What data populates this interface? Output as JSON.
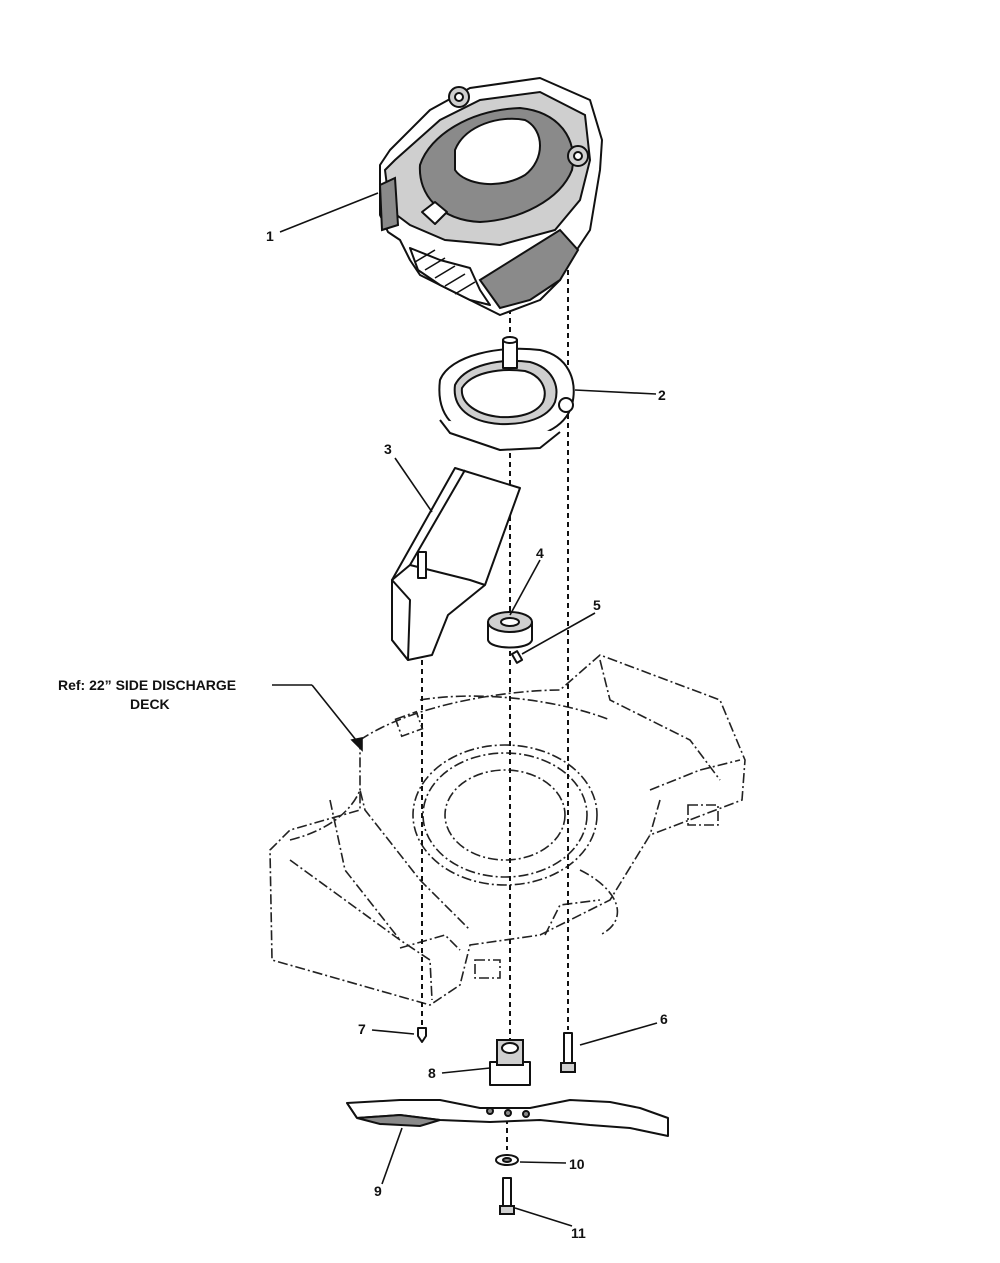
{
  "callouts": {
    "c1": "1",
    "c2": "2",
    "c3": "3",
    "c4": "4",
    "c5": "5",
    "c6": "6",
    "c7": "7",
    "c8": "8",
    "c9": "9",
    "c10": "10",
    "c11": "11"
  },
  "reference": {
    "line1": "Ref: 22” SIDE DISCHARGE",
    "line2": "DECK"
  }
}
